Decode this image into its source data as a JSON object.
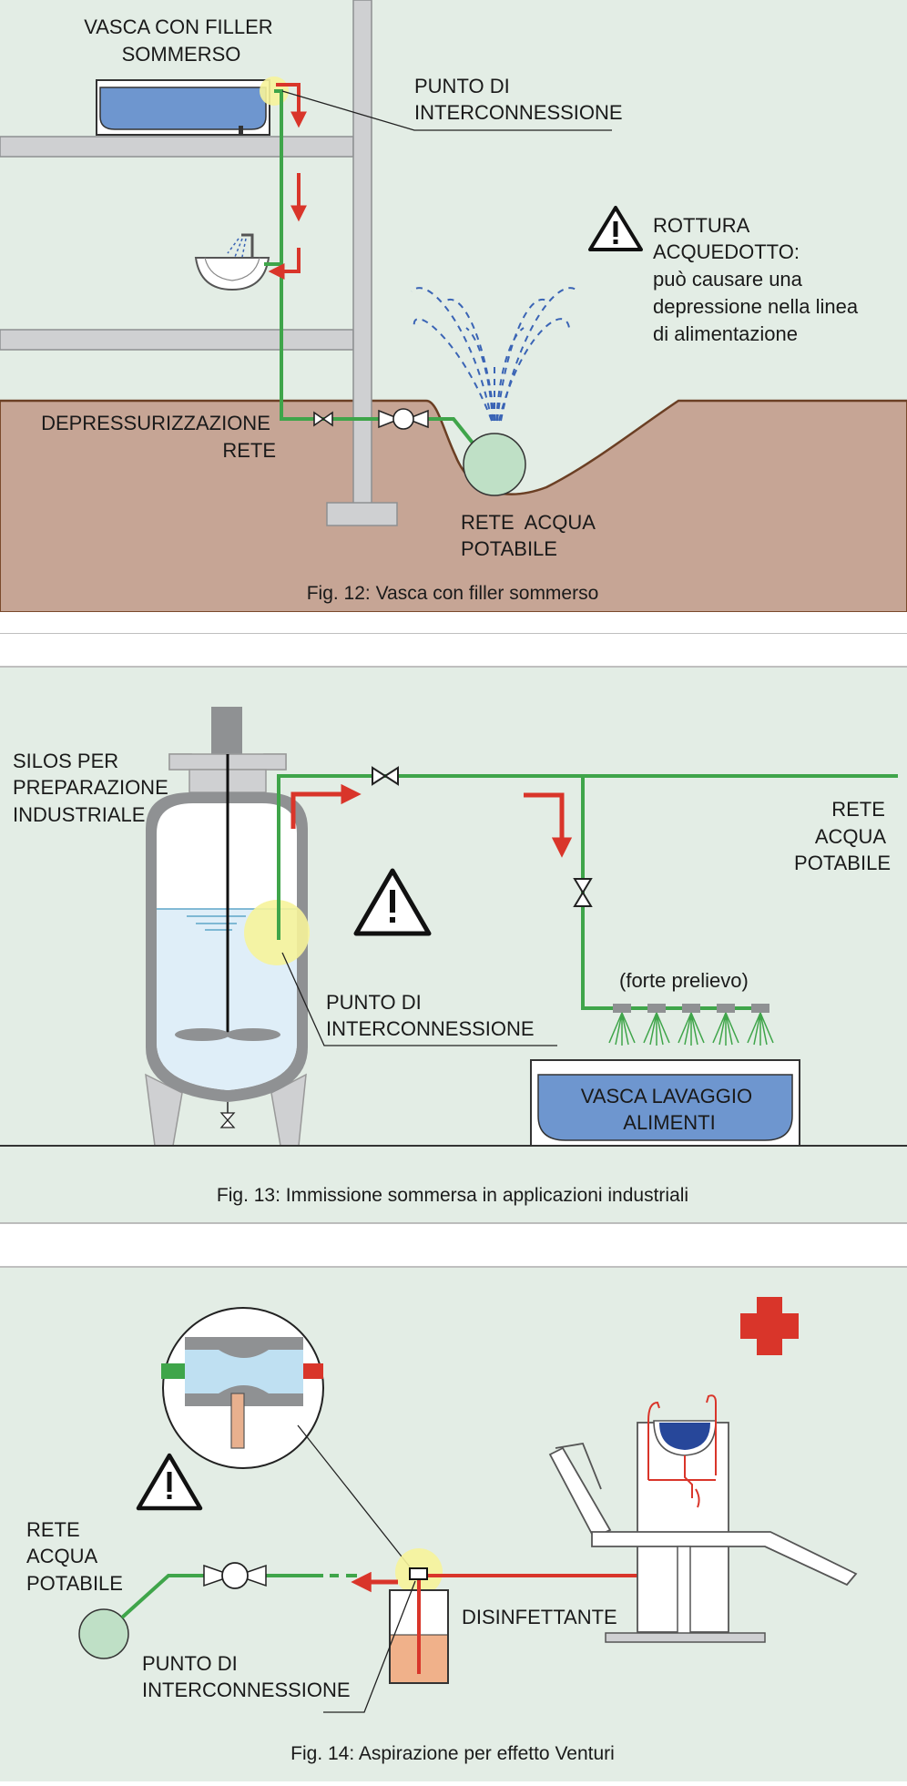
{
  "panels": [
    {
      "caption": "Fig. 12: Vasca con filler sommerso",
      "labels": {
        "bath": [
          "VASCA CON FILLER",
          "SOMMERSO"
        ],
        "interconnection": [
          "PUNTO DI",
          "INTERCONNESSIONE"
        ],
        "break_warning": [
          "ROTTURA",
          "ACQUEDOTTO:",
          "può causare una",
          "depressione nella linea",
          "di alimentazione"
        ],
        "depressurization": [
          "DEPRESSURIZZAZIONE",
          "RETE"
        ],
        "main": [
          "RETE  ACQUA",
          "POTABILE"
        ]
      },
      "icons": [
        "warning-icon",
        "gate-valve-icon",
        "meter-icon",
        "flow-arrow-icon"
      ]
    },
    {
      "caption": "Fig. 13: Immissione sommersa in applicazioni industriali",
      "labels": {
        "silo": [
          "SILOS PER",
          "PREPARAZIONE",
          "INDUSTRIALE"
        ],
        "main": [
          "RETE",
          "ACQUA",
          "POTABILE"
        ],
        "interconnection": [
          "PUNTO DI",
          "INTERCONNESSIONE"
        ],
        "heavy_draw": "(forte prelievo)",
        "wash_tank": [
          "VASCA LAVAGGIO",
          "ALIMENTI"
        ]
      },
      "icons": [
        "warning-icon",
        "gate-valve-icon",
        "spray-nozzle-icon",
        "flow-arrow-icon"
      ]
    },
    {
      "caption": "Fig. 14: Aspirazione per effetto Venturi",
      "labels": {
        "main": [
          "RETE",
          "ACQUA",
          "POTABILE"
        ],
        "interconnection": [
          "PUNTO DI",
          "INTERCONNESSIONE"
        ],
        "disinfectant": "DISINFETTANTE"
      },
      "icons": [
        "warning-icon",
        "red-cross-icon",
        "venturi-detail-icon",
        "meter-icon",
        "dental-chair-icon"
      ]
    }
  ],
  "colors": {
    "background": "#e3ede5",
    "soil": "#c6a595",
    "green_pipe": "#3fa54a",
    "red_flow": "#d9352a",
    "water": "#6e96cf",
    "highlight": "#f6f39a",
    "structure": "#cfd0d2"
  }
}
